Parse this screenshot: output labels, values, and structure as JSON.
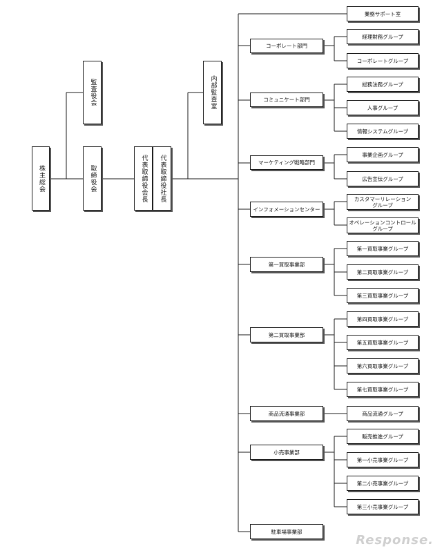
{
  "org": {
    "shareholders": "株主総会",
    "auditor": "監査役会",
    "board": "取締役会",
    "chairman": "代表取締役会長",
    "president": "代表取締役社長",
    "internal_audit": "内部監査室",
    "business_support": "業務サポート室",
    "departments": [
      {
        "name": "コーポレート部門",
        "groups": [
          "経理財務グループ",
          "コーポレートグループ"
        ]
      },
      {
        "name": "コミュニケート部門",
        "groups": [
          "総務法務グループ",
          "人事グループ",
          "情報システムグループ"
        ]
      },
      {
        "name": "マーケティング戦略部門",
        "groups": [
          "事業企画グループ",
          "広告宣伝グループ"
        ]
      },
      {
        "name": "インフォメーションセンター",
        "groups": [
          "カスタマーリレーション\nグループ",
          "オペレーションコントロール\nグループ"
        ]
      },
      {
        "name": "第一買取事業部",
        "groups": [
          "第一買取事業グループ",
          "第二買取事業グループ",
          "第三買取事業グループ"
        ]
      },
      {
        "name": "第二買取事業部",
        "groups": [
          "第四買取事業グループ",
          "第五買取事業グループ",
          "第六買取事業グループ",
          "第七買取事業グループ"
        ]
      },
      {
        "name": "商品流通事業部",
        "groups": [
          "商品流通グループ"
        ]
      },
      {
        "name": "小売事業部",
        "groups": [
          "販売推進グループ",
          "第一小売事業グループ",
          "第二小売事業グループ",
          "第三小売事業グループ"
        ]
      },
      {
        "name": "駐車場事業部",
        "groups": []
      }
    ]
  },
  "watermark": "Response."
}
